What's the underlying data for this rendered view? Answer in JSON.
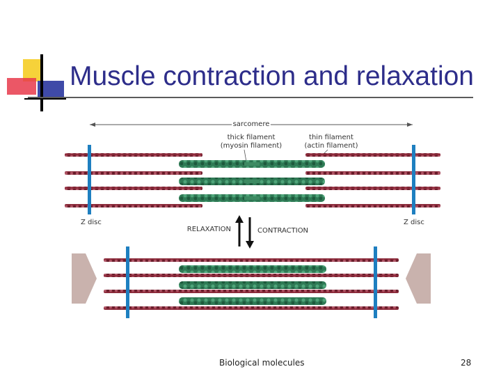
{
  "slide": {
    "title": "Muscle contraction and relaxation",
    "footer_text": "Biological molecules",
    "page_number": "28"
  },
  "diagram": {
    "labels": {
      "sarcomere": "sarcomere",
      "thick_1": "thick filament",
      "thick_2": "(myosin filament)",
      "thin_1": "thin filament",
      "thin_2": "(actin filament)",
      "z_disc_left": "Z disc",
      "z_disc_right": "Z disc",
      "relaxation": "RELAXATION",
      "contraction": "CONTRACTION"
    },
    "colors": {
      "title": "#2d2d8a",
      "actin": "#8b2a3a",
      "myosin": "#2f7a55",
      "z_disc": "#1e7fc0",
      "arrow": "#c9b2ad",
      "background": "#ffffff"
    }
  }
}
